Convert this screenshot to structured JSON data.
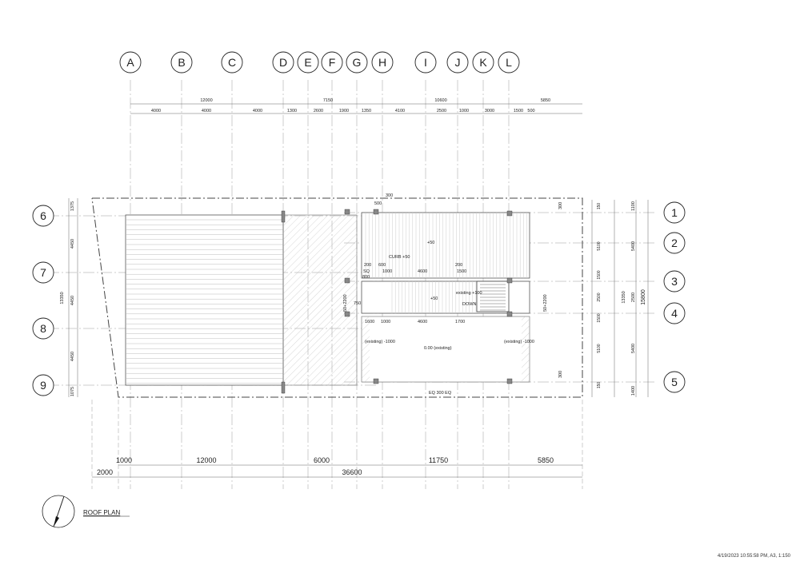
{
  "grid_columns": [
    "A",
    "B",
    "C",
    "D",
    "E",
    "F",
    "G",
    "H",
    "I",
    "J",
    "K",
    "L"
  ],
  "grid_rows_left": [
    "6",
    "7",
    "8",
    "9"
  ],
  "grid_rows_right": [
    "1",
    "2",
    "3",
    "4",
    "5"
  ],
  "top_dims_total": [
    "12000",
    "7150",
    "10600",
    "5850"
  ],
  "top_dims_segments": [
    "4000",
    "4000",
    "4000",
    "1300",
    "2600",
    "1900",
    "1350",
    "4100",
    "2500",
    "1000",
    "3000",
    "1500",
    "500"
  ],
  "left_dims": [
    "1375",
    "4450",
    "4450",
    "4450",
    "1075"
  ],
  "left_total": "13350",
  "right_dims_a": [
    "150",
    "5100",
    "1500",
    "2500",
    "1500",
    "5100",
    "150"
  ],
  "right_dims_b": [
    "1100",
    "5400",
    "2500",
    "5400",
    "1400"
  ],
  "right_total": "13350",
  "right_grand_total": "15800",
  "bottom_dims": [
    "1000",
    "12000",
    "6000",
    "11750",
    "5850"
  ],
  "bottom_left": "2000",
  "bottom_total": "36600",
  "annotations": {
    "curb": "CURB +50",
    "plus50_a": "+50",
    "plus50_b": "+50",
    "existing_100": "existing\n+100",
    "down": "DOWN",
    "existing_left": "(existing)\n-1000",
    "zero": "0.00 (existing)",
    "existing_right": "(existing)\n-1000",
    "dim_300_top": "300",
    "dim_500": "500",
    "dim_200a": "200",
    "dim_600": "600",
    "dim_200b": "200",
    "dim_1000a": "1000",
    "dim_4600a": "4600",
    "dim_1500": "1500",
    "dim_1600": "1600",
    "dim_1000b": "1000",
    "dim_4600b": "4600",
    "dim_1700": "1700",
    "dim_800": "800",
    "dim_750": "750",
    "sq1": "SQ",
    "dim_50_2200a": "50+2200",
    "dim_50_2200b": "50+2200",
    "eq": "EQ 300 EQ",
    "dim_300_right_a": "300",
    "dim_300_right_b": "300"
  },
  "title": "ROOF PLAN",
  "footer": "4/19/2023 10:55:58 PM, A3, 1:150"
}
